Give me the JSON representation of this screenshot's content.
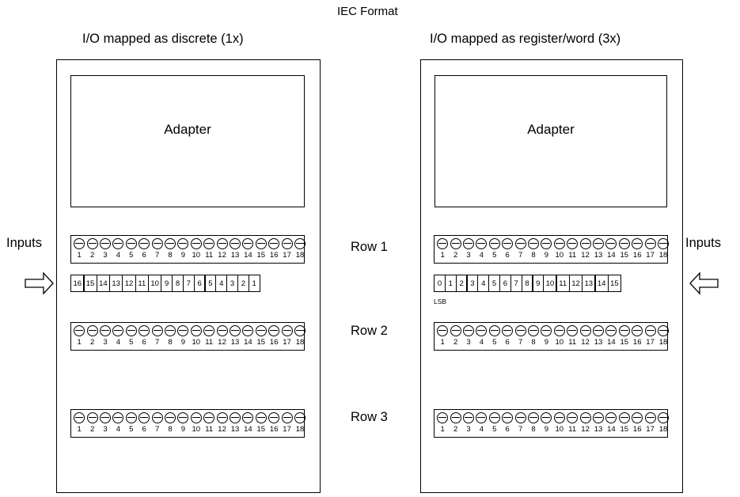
{
  "title": "IEC Format",
  "left_panel": {
    "heading": "I/O mapped as discrete (1x)",
    "adapter_label": "Adapter",
    "side_label": "Inputs",
    "arrow_direction": "right",
    "bit_labels": [
      "16",
      "15",
      "14",
      "13",
      "12",
      "11",
      "10",
      "9",
      "8",
      "7",
      "6",
      "5",
      "4",
      "3",
      "2",
      "1"
    ]
  },
  "right_panel": {
    "heading": "I/O mapped as register/word (3x)",
    "adapter_label": "Adapter",
    "side_label": "Inputs",
    "arrow_direction": "left",
    "bit_labels": [
      "0",
      "1",
      "2",
      "3",
      "4",
      "5",
      "6",
      "7",
      "8",
      "9",
      "10",
      "11",
      "12",
      "13",
      "14",
      "15"
    ],
    "lsb_label": "LSB"
  },
  "rows": [
    "Row 1",
    "Row 2",
    "Row 3"
  ],
  "terminal_numbers": [
    "1",
    "2",
    "3",
    "4",
    "5",
    "6",
    "7",
    "8",
    "9",
    "10",
    "11",
    "12",
    "13",
    "14",
    "15",
    "16",
    "17",
    "18"
  ],
  "colors": {
    "line": "#000000",
    "background": "#ffffff"
  }
}
